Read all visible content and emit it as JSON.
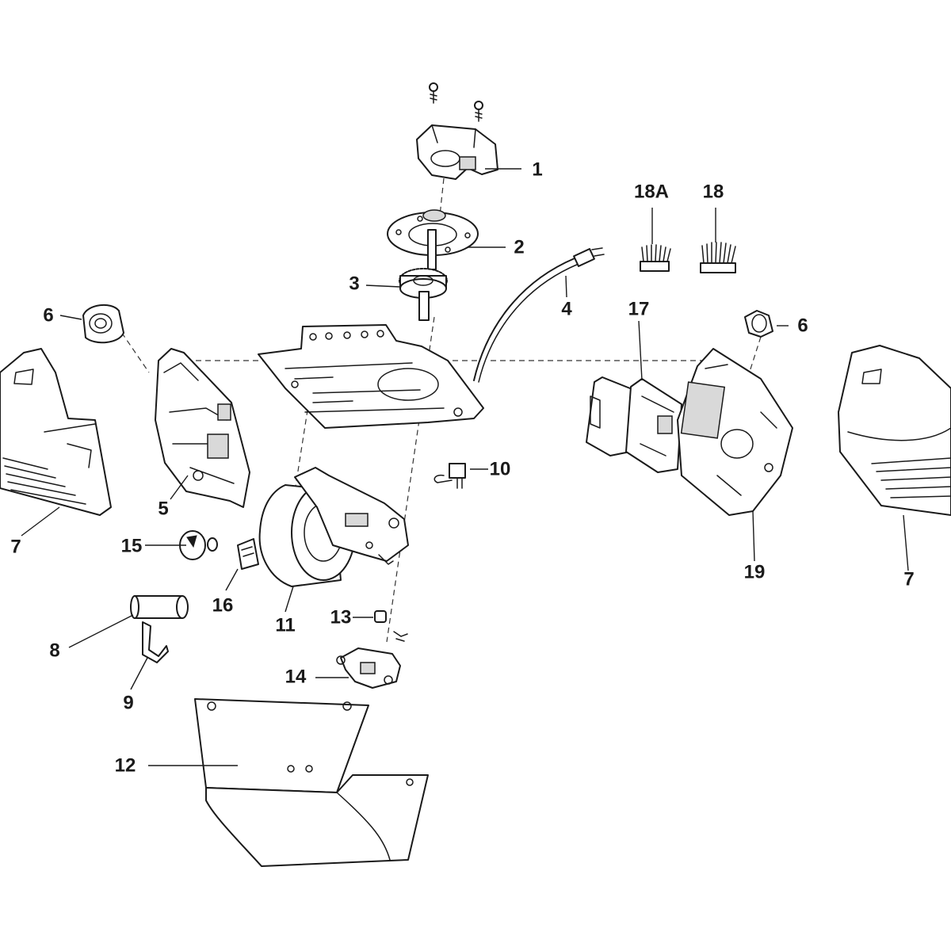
{
  "diagram": {
    "callouts": [
      "1",
      "2",
      "3",
      "4",
      "5",
      "6",
      "6",
      "7",
      "7",
      "8",
      "9",
      "10",
      "11",
      "12",
      "13",
      "14",
      "15",
      "16",
      "17",
      "18A",
      "18",
      "19"
    ]
  },
  "colors": {
    "line": "#1a1a1a",
    "background": "#ffffff",
    "shade": "#d9d9d9"
  }
}
